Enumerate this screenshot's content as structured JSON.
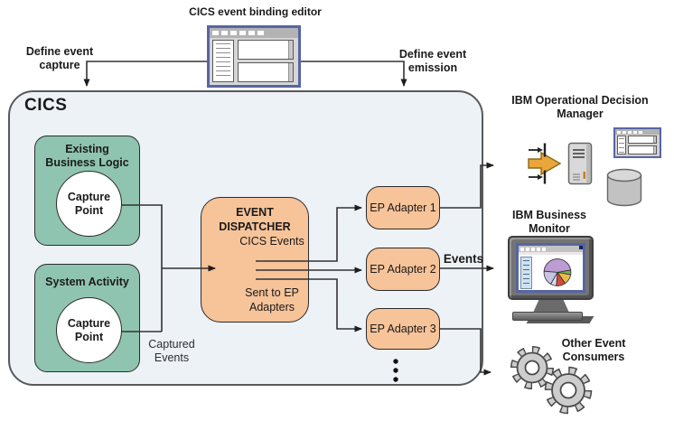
{
  "header": {
    "editor_title": "CICS event binding editor",
    "define_capture": "Define event capture",
    "define_emission": "Define event emission"
  },
  "cics": {
    "label": "CICS",
    "sources": [
      {
        "label": "Existing Business Logic",
        "capture_point": "Capture Point"
      },
      {
        "label": "System Activity",
        "capture_point": "Capture Point"
      }
    ],
    "captured_events_label": "Captured Events",
    "dispatcher": {
      "title": "EVENT DISPATCHER",
      "inner_top": "CICS Events",
      "inner_bottom": "Sent to EP Adapters"
    },
    "adapters": [
      {
        "label": "EP Adapter 1"
      },
      {
        "label": "EP Adapter 2"
      },
      {
        "label": "EP Adapter 3"
      }
    ]
  },
  "events_label": "Events",
  "consumers": [
    {
      "label": "IBM Operational Decision Manager",
      "icons": [
        "event-flow-icon",
        "server-icon",
        "mini-window-icon",
        "database-cylinder-icon"
      ]
    },
    {
      "label": "IBM Business Monitor",
      "icons": [
        "monitor-icon",
        "pie-chart-icon"
      ]
    },
    {
      "label": "Other Event Consumers",
      "icons": [
        "gear-icon",
        "gear-icon"
      ]
    }
  ],
  "colors": {
    "teal": "#8fc4b0",
    "orange": "#f7c399",
    "cics_bg": "#edf2f7",
    "cics_border": "#58595b",
    "box_border": "#2b2b2b",
    "connector": "#333333",
    "frame_blue": "#5765a3",
    "gold": "#eaa63b",
    "monitor_gray": "#747474",
    "gear_gray": "#cdcdcd"
  }
}
